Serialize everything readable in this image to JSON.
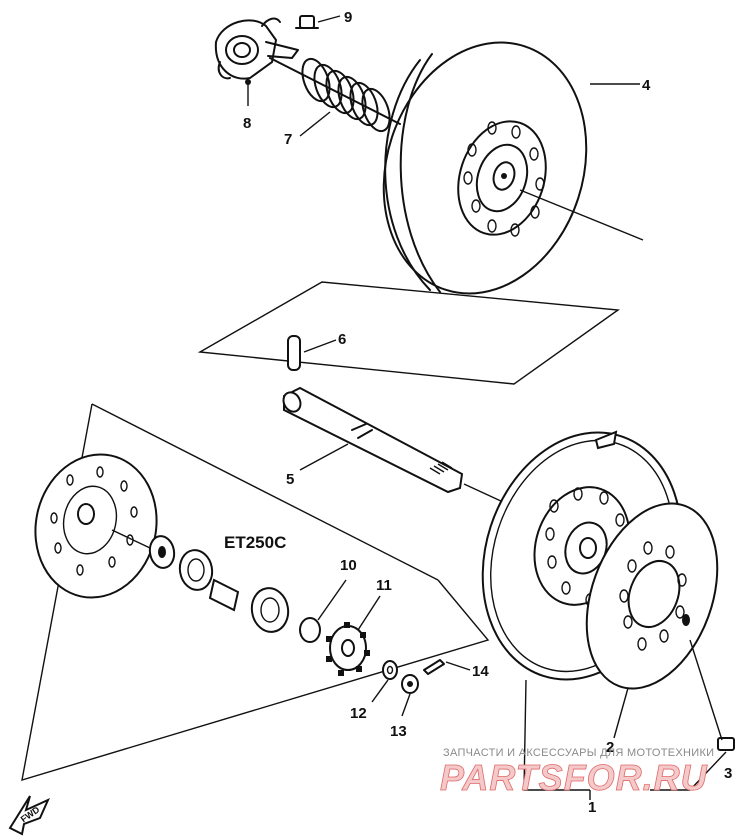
{
  "diagram": {
    "model_label": "ET250C",
    "forward_label": "FWD",
    "callouts": [
      "1",
      "2",
      "3",
      "4",
      "5",
      "6",
      "7",
      "8",
      "9",
      "10",
      "11",
      "12",
      "13",
      "14"
    ]
  },
  "watermark": {
    "caption": "ЗАПЧАСТИ И АКСЕССУАРЫ ДЛЯ МОТОТЕХНИКИ",
    "site": "PARTSFOR.RU"
  },
  "colors": {
    "ink": "#111111",
    "paper": "#ffffff",
    "watermark_red": "#e06a6a",
    "watermark_gray": "#8a8a8a"
  }
}
